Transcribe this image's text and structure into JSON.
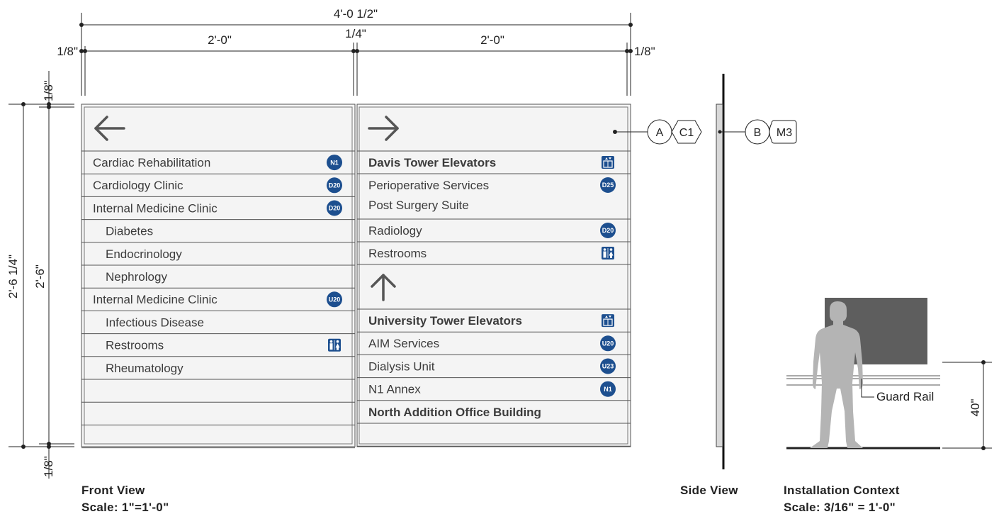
{
  "dimensions": {
    "overall_width": "4'-0 1/2\"",
    "panel_left_width": "2'-0\"",
    "panel_right_width": "2'-0\"",
    "gap_center": "1/4\"",
    "margin_left": "1/8\"",
    "margin_right": "1/8\"",
    "margin_top": "1/8\"",
    "margin_bottom": "1/8\"",
    "overall_height": "2'-6 1/4\"",
    "panel_height": "2'-6\"",
    "install_height": "40\""
  },
  "left_panel": {
    "arrow": "arrow-left-icon",
    "rows": [
      {
        "text": "Cardiac Rehabilitation",
        "badge": "N1",
        "indent": false
      },
      {
        "text": "Cardiology Clinic",
        "badge": "D20",
        "indent": false
      },
      {
        "text": "Internal Medicine Clinic",
        "badge": "D20",
        "indent": false
      },
      {
        "text": "Diabetes",
        "badge": "",
        "indent": true
      },
      {
        "text": "Endocrinology",
        "badge": "",
        "indent": true
      },
      {
        "text": "Nephrology",
        "badge": "",
        "indent": true
      },
      {
        "text": "Internal Medicine Clinic",
        "badge": "U20",
        "indent": false
      },
      {
        "text": "Infectious Disease",
        "badge": "",
        "indent": true
      },
      {
        "text": "Restrooms",
        "badge": "restroom-icon",
        "indent": true
      },
      {
        "text": "Rheumatology",
        "badge": "",
        "indent": true
      }
    ]
  },
  "right_panel": {
    "arrow_top": "arrow-right-icon",
    "rows_top": [
      {
        "text": "Davis Tower Elevators",
        "badge": "elevator-icon",
        "bold": true
      },
      {
        "text": "Perioperative Services",
        "text2": "Post Surgery Suite",
        "badge": "D25",
        "bold": false
      },
      {
        "text": "Radiology",
        "badge": "D20",
        "bold": false
      },
      {
        "text": "Restrooms",
        "badge": "restroom-icon",
        "bold": false
      }
    ],
    "arrow_mid": "arrow-up-icon",
    "rows_bottom": [
      {
        "text": "University Tower Elevators",
        "badge": "elevator-icon",
        "bold": true
      },
      {
        "text": "AIM Services",
        "badge": "U20",
        "bold": false
      },
      {
        "text": "Dialysis Unit",
        "badge": "U23",
        "bold": false
      },
      {
        "text": "N1 Annex",
        "badge": "N1",
        "bold": false
      },
      {
        "text": "North Addition Office Building",
        "badge": "",
        "bold": true
      }
    ]
  },
  "callouts": {
    "front_letter": "A",
    "front_code": "C1",
    "side_letter": "B",
    "side_code": "M3"
  },
  "installation": {
    "guard_rail_label": "Guard Rail"
  },
  "captions": {
    "front_view": "Front View",
    "front_scale": "Scale:  1\"=1'-0\"",
    "side_view": "Side View",
    "install_context": "Installation Context",
    "install_scale": "Scale:  3/16\" = 1'-0\""
  },
  "colors": {
    "badge_blue": "#1d4f8f",
    "panel_fill": "#f4f4f4",
    "panel_stroke": "#555555",
    "arrow": "#555555",
    "figure_gray": "#b4b4b4",
    "sign_dark": "#5e5e5e"
  }
}
